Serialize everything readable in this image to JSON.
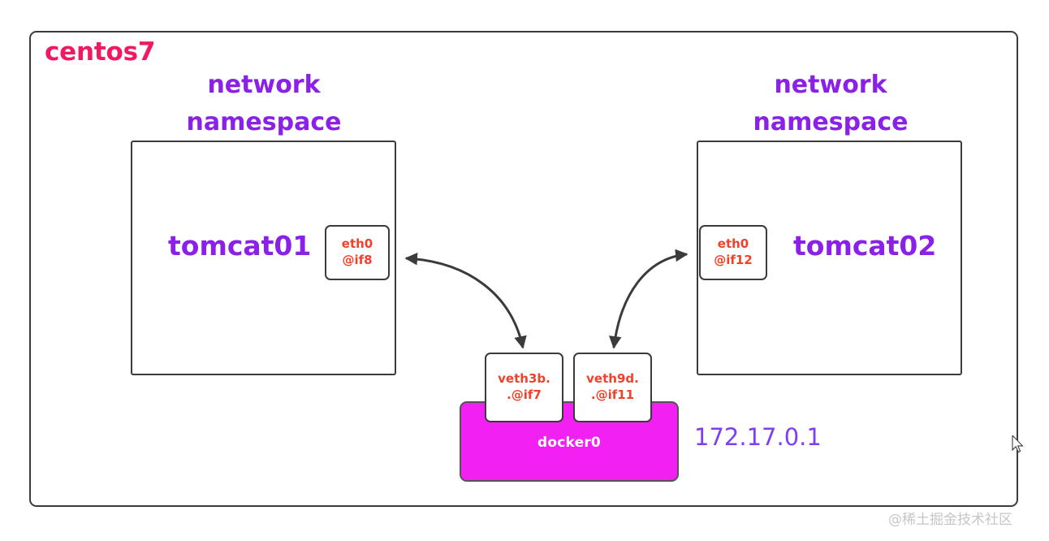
{
  "host": {
    "label": "centos7"
  },
  "namespaces": [
    {
      "title": "network\nnamespace",
      "name": "tomcat01",
      "interface": {
        "line1": "eth0",
        "line2": "@if8"
      }
    },
    {
      "title": "network\nnamespace",
      "name": "tomcat02",
      "interface": {
        "line1": "eth0",
        "line2": "@if12"
      }
    }
  ],
  "bridge": {
    "label": "docker0",
    "ip": "172.17.0.1",
    "color": "#f320f3",
    "veths": [
      {
        "line1": "veth3b.",
        "line2": ".@if7"
      },
      {
        "line1": "veth9d.",
        "line2": ".@if11"
      }
    ]
  },
  "colors": {
    "host_label": "#ef1a63",
    "namespace_text": "#8b21e8",
    "interface_text": "#f0412c",
    "bridge_fill": "#f320f3",
    "stroke": "#3b3b3b"
  },
  "watermark": {
    "text": "@稀土掘金技术社区"
  },
  "cursor": {
    "icon": "mouse-pointer"
  }
}
